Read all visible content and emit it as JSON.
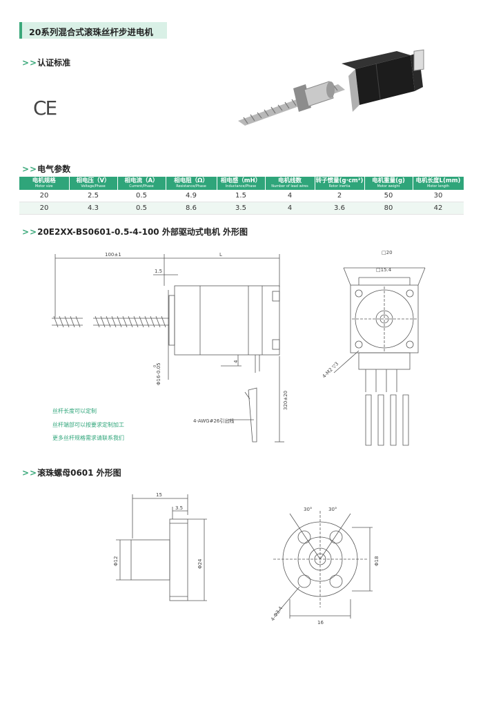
{
  "header": {
    "title": "20系列混合式滚珠丝杆步进电机"
  },
  "sections": {
    "cert": "认证标准",
    "cert_mark": "CE",
    "electrical": "电气参数",
    "outline": "20E2XX-BS0601-0.5-4-100 外部驱动式电机  外形图",
    "nut": "滚珠螺母0601  外形图",
    "arrow": ">>"
  },
  "table": {
    "headers": [
      {
        "zh": "电机规格",
        "en": "Motor size"
      },
      {
        "zh": "相电压（V）",
        "en": "Voltage/Phase"
      },
      {
        "zh": "相电流（A）",
        "en": "Current/Phase"
      },
      {
        "zh": "相电阻（Ω）",
        "en": "Resistance/Phase"
      },
      {
        "zh": "相电感（mH）",
        "en": "Inductance/Phase"
      },
      {
        "zh": "电机线数",
        "en": "Number of lead wires"
      },
      {
        "zh": "转子惯量(g·cm²)",
        "en": "Rotor inertia"
      },
      {
        "zh": "电机重量(g)",
        "en": "Motor weight"
      },
      {
        "zh": "电机长度L(mm)",
        "en": "Motor length"
      }
    ],
    "rows": [
      [
        "20",
        "2.5",
        "0.5",
        "4.9",
        "1.5",
        "4",
        "2",
        "50",
        "30"
      ],
      [
        "20",
        "4.3",
        "0.5",
        "8.6",
        "3.5",
        "4",
        "3.6",
        "80",
        "42"
      ]
    ]
  },
  "drawing1": {
    "dim_100": "100±1",
    "dim_L": "L",
    "dim_15": "1.5",
    "dim_phi16": "Φ16-0.05",
    "dim_tol_top": "0",
    "dim_4": "4",
    "dim_320": "320±20",
    "lead_label": "4-AWG#26引出线",
    "sq20": "20",
    "sq154": "15.4",
    "m2": "4-M2 ▽3"
  },
  "notes": [
    "丝杆长度可以定制",
    "丝杆端部可以按要求定制加工",
    "更多丝杆规格需求请联系我们"
  ],
  "drawing2": {
    "dim_15": "15",
    "dim_35": "3.5",
    "dim_phi12": "Φ12",
    "dim_phi24": "Φ24",
    "angle1": "30°",
    "angle2": "30°",
    "dim_phi18": "Φ18",
    "dim_16": "16",
    "holes": "4-Φ3.4"
  }
}
